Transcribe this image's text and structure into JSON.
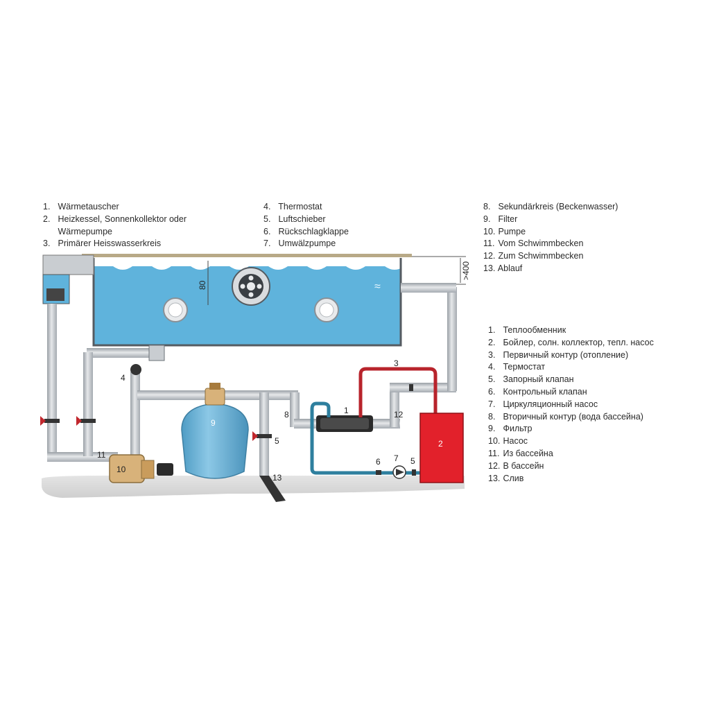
{
  "legend_de_col1": [
    {
      "num": "1.",
      "text": "Wärmetauscher"
    },
    {
      "num": "2.",
      "text": "Heizkessel, Sonnenkollektor oder"
    },
    {
      "num": "",
      "text": "Wärmepumpe"
    },
    {
      "num": "3.",
      "text": "Primärer Heisswasserkreis"
    }
  ],
  "legend_de_col2": [
    {
      "num": "4.",
      "text": "Thermostat"
    },
    {
      "num": "5.",
      "text": "Luftschieber"
    },
    {
      "num": "6.",
      "text": "Rückschlagklappe"
    },
    {
      "num": "7.",
      "text": "Umwälzpumpe"
    }
  ],
  "legend_de_col3": [
    {
      "num": "8.",
      "text": "Sekundärkreis (Beckenwasser)"
    },
    {
      "num": "9.",
      "text": "Filter"
    },
    {
      "num": "10.",
      "text": "Pumpe"
    },
    {
      "num": "11.",
      "text": "Vom Schwimmbecken"
    },
    {
      "num": "12.",
      "text": "Zum Schwimmbecken"
    },
    {
      "num": "13.",
      "text": "Ablauf"
    }
  ],
  "legend_ru": [
    {
      "num": "1.",
      "text": "Теплообменник"
    },
    {
      "num": "2.",
      "text": "Бойлер, солн. коллектор, тепл. насос"
    },
    {
      "num": "3.",
      "text": "Первичный контур (отопление)"
    },
    {
      "num": "4.",
      "text": "Термостат"
    },
    {
      "num": "5.",
      "text": "Запорный клапан"
    },
    {
      "num": "6.",
      "text": "Контрольный клапан"
    },
    {
      "num": "7.",
      "text": "Циркуляционный насос"
    },
    {
      "num": "8.",
      "text": "Вторичный контур (вода бассейна)"
    },
    {
      "num": "9.",
      "text": "Фильтр"
    },
    {
      "num": "10.",
      "text": "Насос"
    },
    {
      "num": "11.",
      "text": "Из бассейна"
    },
    {
      "num": "12.",
      "text": "В бассейн"
    },
    {
      "num": "13.",
      "text": "Слив"
    }
  ],
  "diagram_labels": {
    "c1": "1",
    "c2": "2",
    "c3": "3",
    "c4": "4",
    "c5": "5",
    "c5b": "5",
    "c6": "6",
    "c7": "7",
    "c8": "8",
    "c9": "9",
    "c10": "10",
    "c11": "11",
    "c12": "12",
    "c13": "13",
    "dim_depth": "80",
    "dim_height": ">400"
  },
  "colors": {
    "water": "#5fb3dc",
    "pipe": "#c8ccd0",
    "primary_circuit_hot": "#b8242c",
    "primary_circuit_return": "#2e7f9e",
    "boiler": "#e2212b",
    "filter": "#6fb4d6",
    "pump": "#d8b27a",
    "ground": "#d9d9d9"
  }
}
